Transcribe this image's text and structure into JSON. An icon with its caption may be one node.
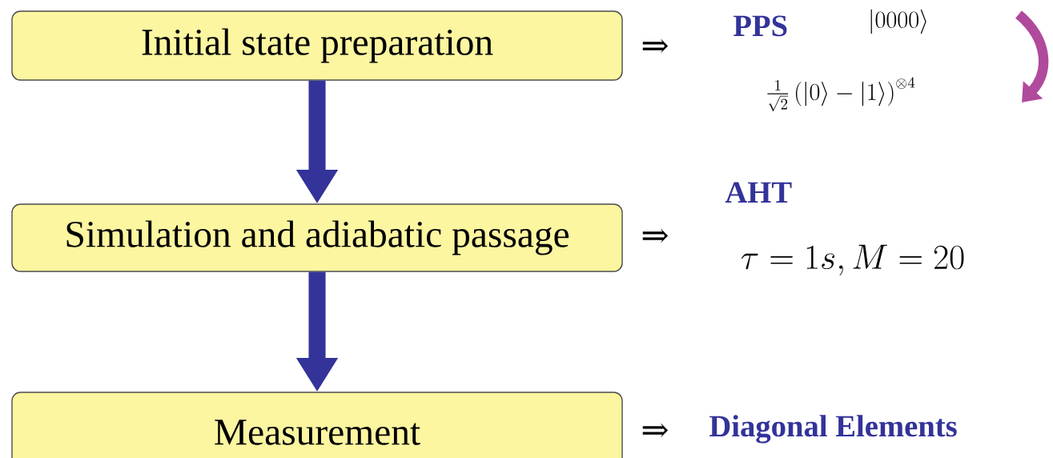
{
  "diagram": {
    "nodes": [
      {
        "text": [
          "Initial state preparation"
        ]
      },
      {
        "text": [
          "Simulation and adiabatic passage"
        ]
      },
      {
        "text": [
          "Measurement"
        ]
      },
      {
        "text": [
          "PPS"
        ]
      },
      {
        "text": [
          "AHT"
        ]
      },
      {
        "text": [
          "Diagonal Elements"
        ]
      }
    ],
    "edges": [
      {
        "from": 0,
        "to": 1,
        "arrow": "to"
      },
      {
        "from": 1,
        "to": 2,
        "arrow": "to"
      }
    ],
    "labels": [
      "⇒",
      "|0000\\rangle",
      "\\frac{1}{\\sqrt{2}}\\left(|0\\rangle-|1\\rangle\\right)^{\\otimes 4}",
      "⇒",
      "\\tau = 1s, M = 20",
      "⇒"
    ]
  }
}
